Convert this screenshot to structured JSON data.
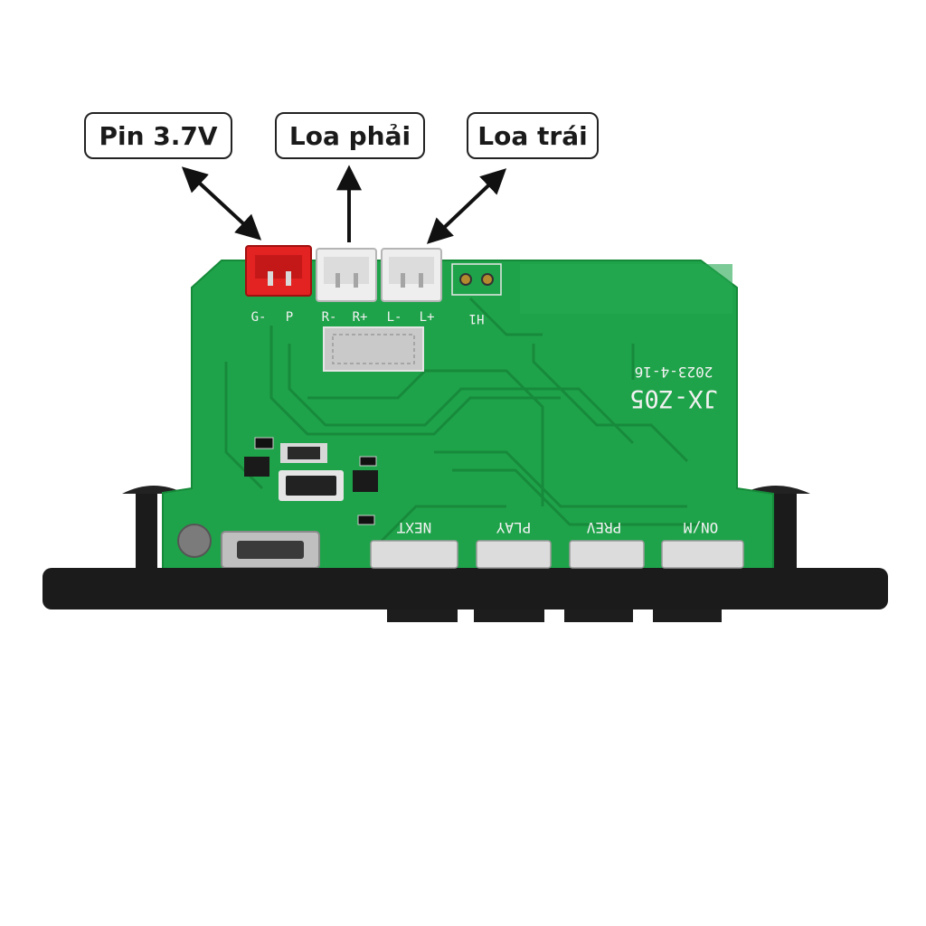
{
  "callouts": {
    "battery": "Pin 3.7V",
    "right_speaker": "Loa phải",
    "left_speaker": "Loa trái"
  },
  "board": {
    "model": "JX-Z05",
    "date": "2023-4-16",
    "pin_labels": [
      "G-",
      "P",
      "R-",
      "R+",
      "L-",
      "L+"
    ],
    "connector_label": "H1",
    "buttons": [
      "NEXT",
      "PLAY",
      "PREV",
      "ON/M"
    ],
    "colors": {
      "pcb": "#1fa34a",
      "trace": "#178a3b",
      "battery_connector": "#e32222",
      "speaker_connector": "#eeeeee",
      "bezel": "#1b1b1b"
    }
  }
}
